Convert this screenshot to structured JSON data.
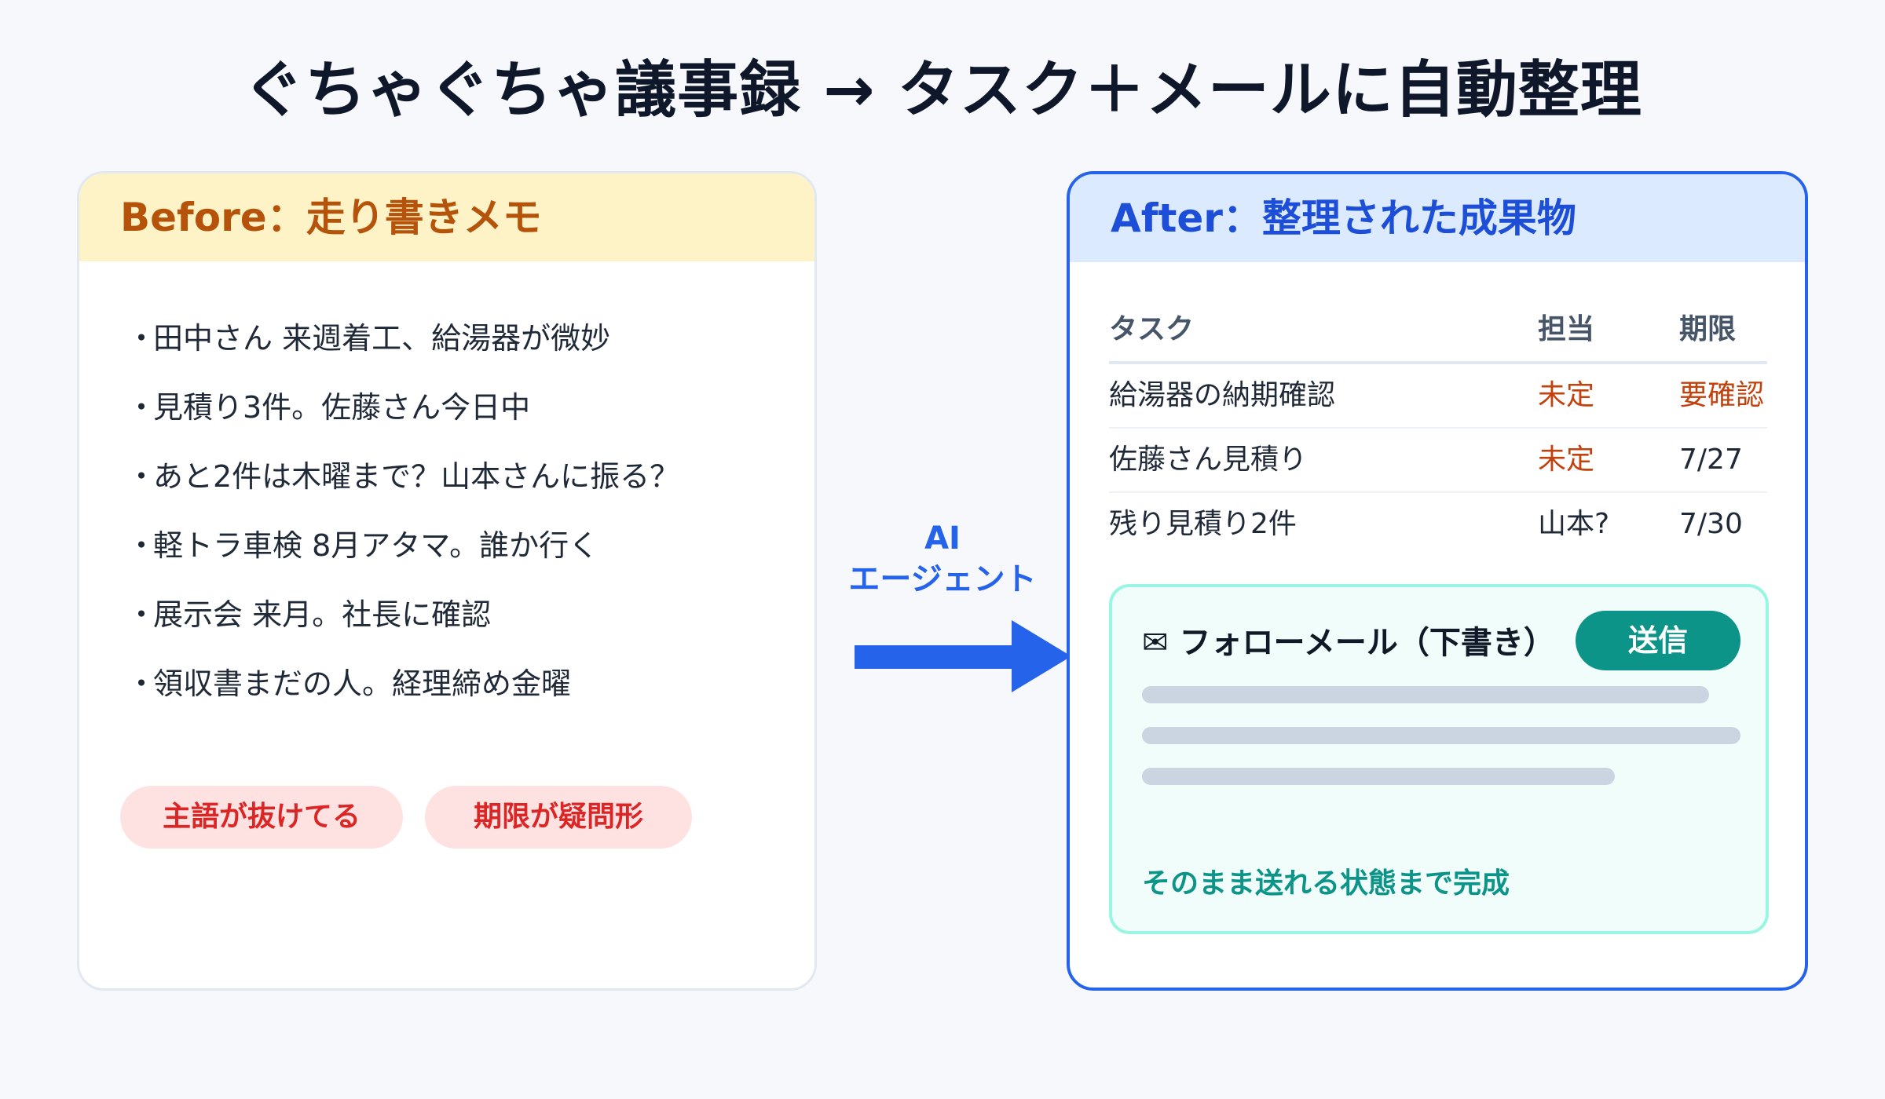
{
  "title": "ぐちゃぐちゃ議事録 → タスク＋メールに自動整理",
  "before": {
    "header": "Before：走り書きメモ",
    "items": [
      "田中さん 来週着工、給湯器が微妙",
      "見積り3件。佐藤さん今日中",
      "あと2件は木曜まで？山本さんに振る？",
      "軽トラ車検 8月アタマ。誰か行く",
      "展示会 来月。社長に確認",
      "領収書まだの人。経理締め金曜"
    ],
    "bullet": "・",
    "tags": [
      "主語が抜けてる",
      "期限が疑問形"
    ]
  },
  "arrow": {
    "label_line1": "AI",
    "label_line2": "エージェント"
  },
  "after": {
    "header": "After：整理された成果物",
    "columns": [
      "タスク",
      "担当",
      "期限"
    ],
    "rows": [
      {
        "task": "給湯器の納期確認",
        "owner": "未定",
        "due": "要確認"
      },
      {
        "task": "佐藤さん見積り",
        "owner": "未定",
        "due": "7/27"
      },
      {
        "task": "残り見積り2件",
        "owner": "山本?",
        "due": "7/30"
      }
    ],
    "mail": {
      "title": "✉ フォローメール（下書き）",
      "send_label": "送信",
      "status": "そのまま送れる状態まで完成"
    }
  },
  "colors": {
    "accent_blue": "#2563eb",
    "warning_orange": "#c2410c",
    "tag_red": "#dc2626",
    "teal": "#0d9488"
  }
}
